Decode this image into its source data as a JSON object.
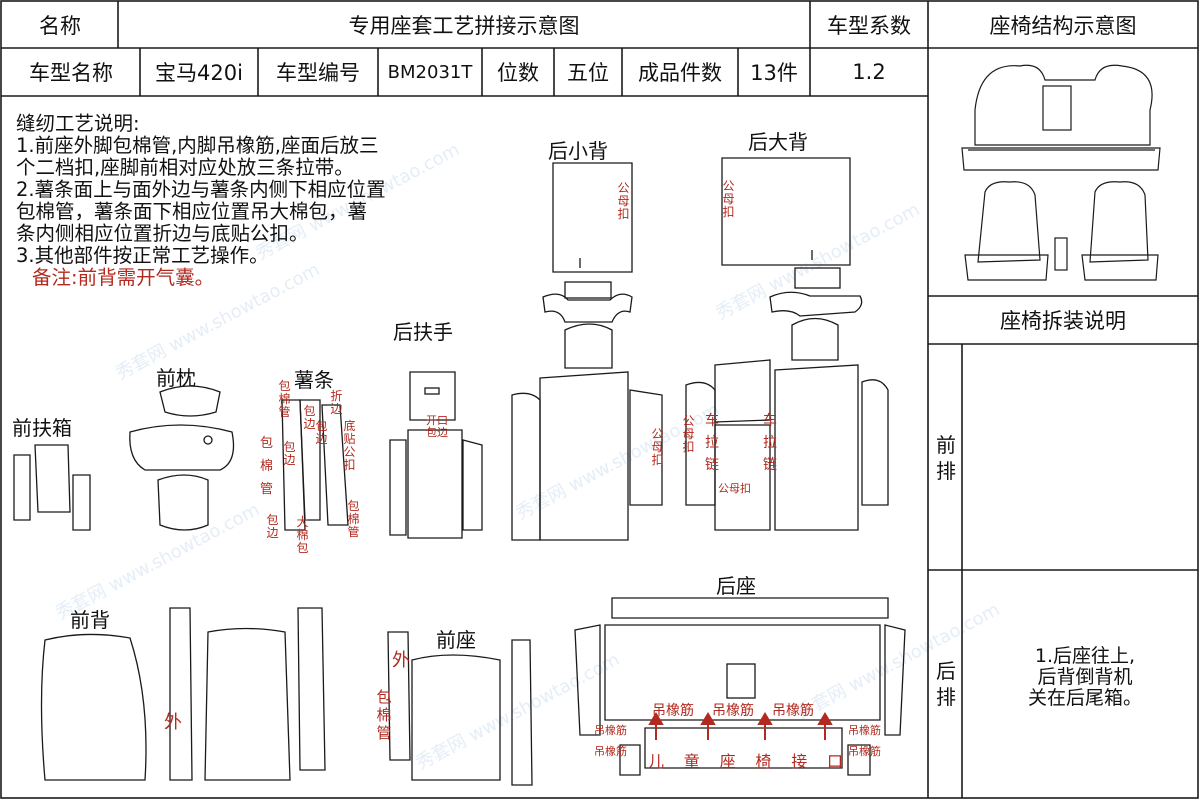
{
  "header": {
    "name_label": "名称",
    "title": "专用座套工艺拼接示意图",
    "coef_label": "车型系数",
    "structure_title": "座椅结构示意图"
  },
  "info_row": {
    "model_name_label": "车型名称",
    "model_name": "宝马420i",
    "model_code_label": "车型编号",
    "model_code": "BM2031T",
    "seats_label": "位数",
    "seats": "五位",
    "pieces_label": "成品件数",
    "pieces": "13件",
    "coef": "1.2"
  },
  "notes": {
    "heading": "缝纫工艺说明:",
    "lines": [
      "1.前座外脚包棉管,内脚吊橡筋,座面后放三",
      "个二档扣,座脚前相对应处放三条拉带。",
      "2.薯条面上与面外边与薯条内侧下相应位置",
      "包棉管，薯条面下相应位置吊大棉包，薯",
      "条内侧相应位置折边与底贴公扣。",
      "3.其他部件按正常工艺操作。"
    ],
    "remark": "备注:前背需开气囊。"
  },
  "parts": {
    "rear_small_back": "后小背",
    "rear_large_back": "后大背",
    "rear_armrest": "后扶手",
    "front_headrest": "前枕",
    "fries": "薯条",
    "front_armbox": "前扶箱",
    "front_back": "前背",
    "front_seat": "前座",
    "rear_seat": "后座"
  },
  "annotations": {
    "male_female_buckle": "公母扣",
    "wrap_tube": "包棉管",
    "wrap_edge": "包边",
    "fold_edge": "折边",
    "bottom_male_buckle": "底贴公扣",
    "big_cotton": "大棉包",
    "open_wrap": "开口包边",
    "car_zipper": "车拉链",
    "male_female_tie": "公母扣",
    "outer": "外",
    "hang_rubber": "吊橡筋",
    "child_seat_interface": [
      "儿",
      "童",
      "座",
      "椅",
      "接",
      "口"
    ]
  },
  "side_panel": {
    "disassembly_title": "座椅拆装说明",
    "front_row_label": "前排",
    "rear_row_label": "后排",
    "rear_instructions": [
      "1.后座往上,",
      "后背倒背机",
      "关在后尾箱。"
    ]
  },
  "watermark": "秀套网 www.showtao.com",
  "colors": {
    "annotation_red": "#b22a1f",
    "line": "#1a1a1a"
  }
}
